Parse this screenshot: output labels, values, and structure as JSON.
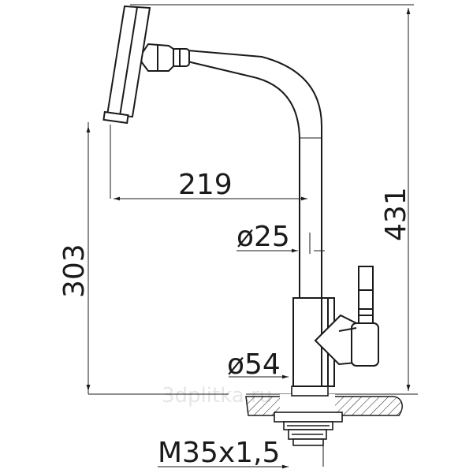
{
  "dimensions": {
    "spout_reach": "219",
    "spout_height": "303",
    "total_height": "431",
    "tube_diameter": "ø25",
    "base_diameter": "ø54",
    "thread": "M35x1,5"
  },
  "watermark": "3dplitka.ru",
  "colors": {
    "line": "#1a1a1a",
    "hatch": "#1a1a1a",
    "background": "#ffffff"
  }
}
